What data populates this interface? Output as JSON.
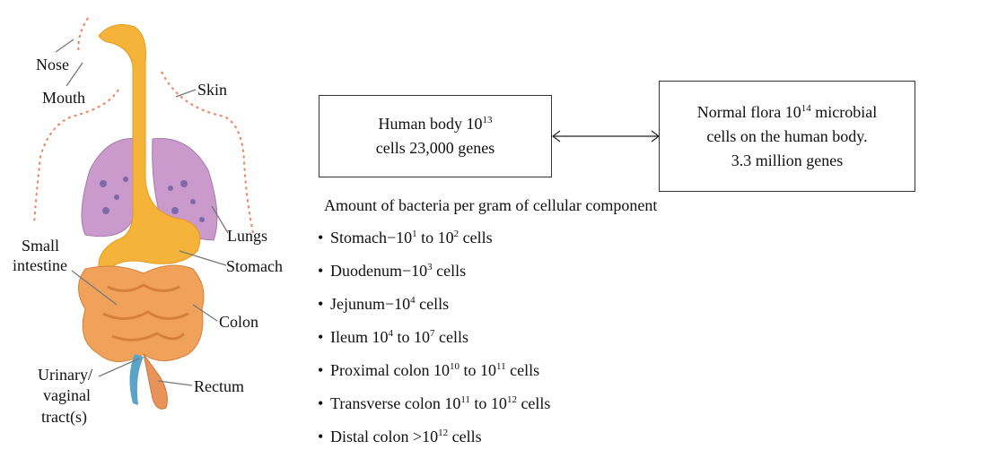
{
  "anatomy_labels": {
    "nose": "Nose",
    "mouth": "Mouth",
    "skin": "Skin",
    "lungs": "Lungs",
    "small_intestine_1": "Small",
    "small_intestine_2": "intestine",
    "stomach": "Stomach",
    "colon": "Colon",
    "urinary_1": "Urinary/",
    "urinary_2": "vaginal",
    "urinary_3": "tract(s)",
    "rectum": "Rectum"
  },
  "human_box": {
    "line1_text": "Human body 10",
    "line1_exp": "13",
    "line2": "cells 23,000 genes"
  },
  "flora_box": {
    "line1_text": "Normal flora 10",
    "line1_exp": "14",
    "line1_tail": " microbial",
    "line2": "cells on the human body.",
    "line3": "3.3 million genes"
  },
  "list_title": "Amount of bacteria per gram of cellular component",
  "bullets": [
    {
      "a": "Stomach−10",
      "e1": "1",
      "b": " to 10",
      "e2": "2",
      "c": " cells"
    },
    {
      "a": "Duodenum−10",
      "e1": "3",
      "b": " cells",
      "e2": "",
      "c": ""
    },
    {
      "a": "Jejunum−10",
      "e1": "4",
      "b": " cells",
      "e2": "",
      "c": ""
    },
    {
      "a": "Ileum 10",
      "e1": "4",
      "b": " to 10",
      "e2": "7",
      "c": " cells"
    },
    {
      "a": "Proximal colon 10",
      "e1": "10",
      "b": " to 10",
      "e2": "11",
      "c": " cells"
    },
    {
      "a": "Transverse colon 10",
      "e1": "11",
      "b": " to 10",
      "e2": "12",
      "c": " cells"
    },
    {
      "a": "Distal colon >10",
      "e1": "12",
      "b": " cells",
      "e2": "",
      "c": ""
    }
  ],
  "colors": {
    "esophagus": "#f5b33a",
    "lung": "#c99acb",
    "intestine": "#f0a25a",
    "skin_line": "#f08060"
  }
}
